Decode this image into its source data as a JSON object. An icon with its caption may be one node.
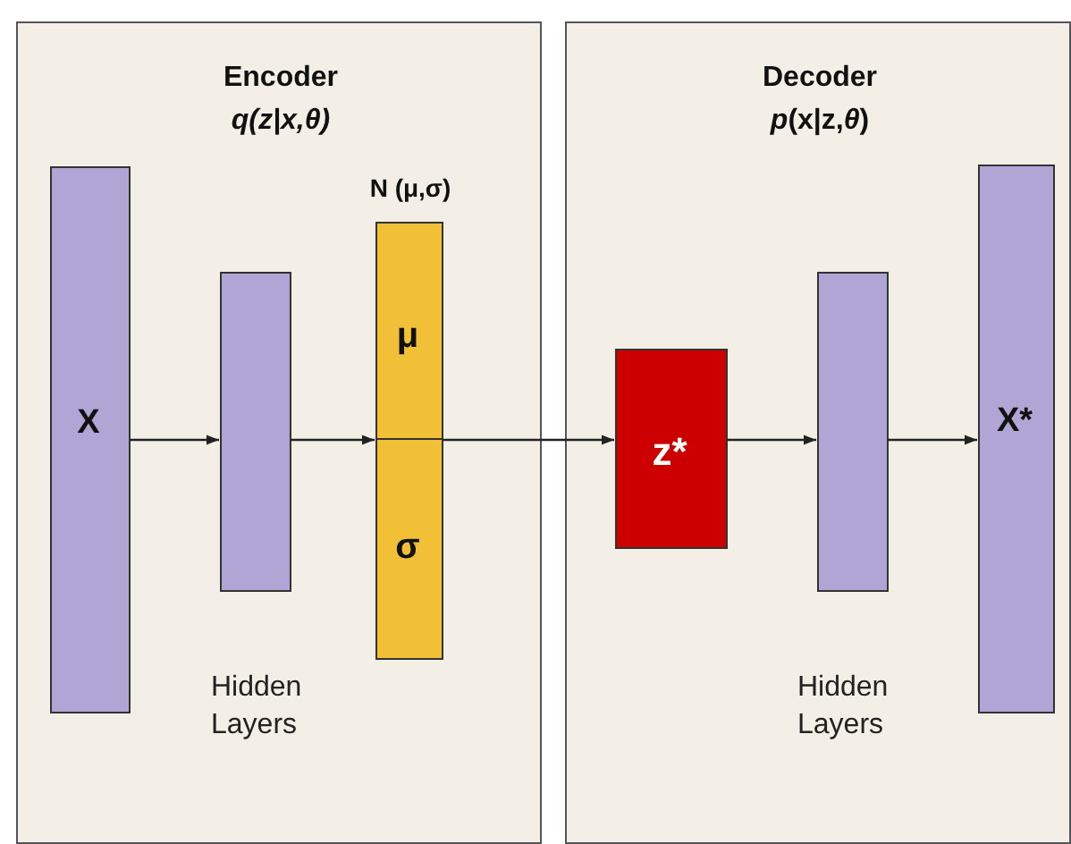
{
  "diagram": {
    "nodes": [
      {
        "text": [
          "Encoder",
          "q(z|x,θ)"
        ]
      },
      {
        "text": [
          "X"
        ],
        "in": 0
      },
      {
        "text": [],
        "shape": "box",
        "in": 0
      },
      {
        "text": [
          "N (μ,σ)",
          "μ",
          "σ"
        ],
        "in": 0
      },
      {
        "text": [
          "Decoder",
          "*p*(x|z,*θ*)"
        ]
      },
      {
        "text": [
          "z*"
        ],
        "in": 4
      },
      {
        "text": [],
        "shape": "box",
        "in": 4
      },
      {
        "text": [
          "X*"
        ],
        "in": 4
      }
    ],
    "edges": [
      {
        "from": 1,
        "to": 2,
        "arrow": "to"
      },
      {
        "from": 2,
        "to": 3,
        "arrow": "to"
      },
      {
        "from": 3,
        "to": 5,
        "arrow": "to"
      },
      {
        "from": 5,
        "to": 6,
        "arrow": "to"
      },
      {
        "from": 6,
        "to": 7,
        "arrow": "to"
      }
    ],
    "labels": [
      "Hidden Layers",
      "Hidden Layers"
    ]
  }
}
